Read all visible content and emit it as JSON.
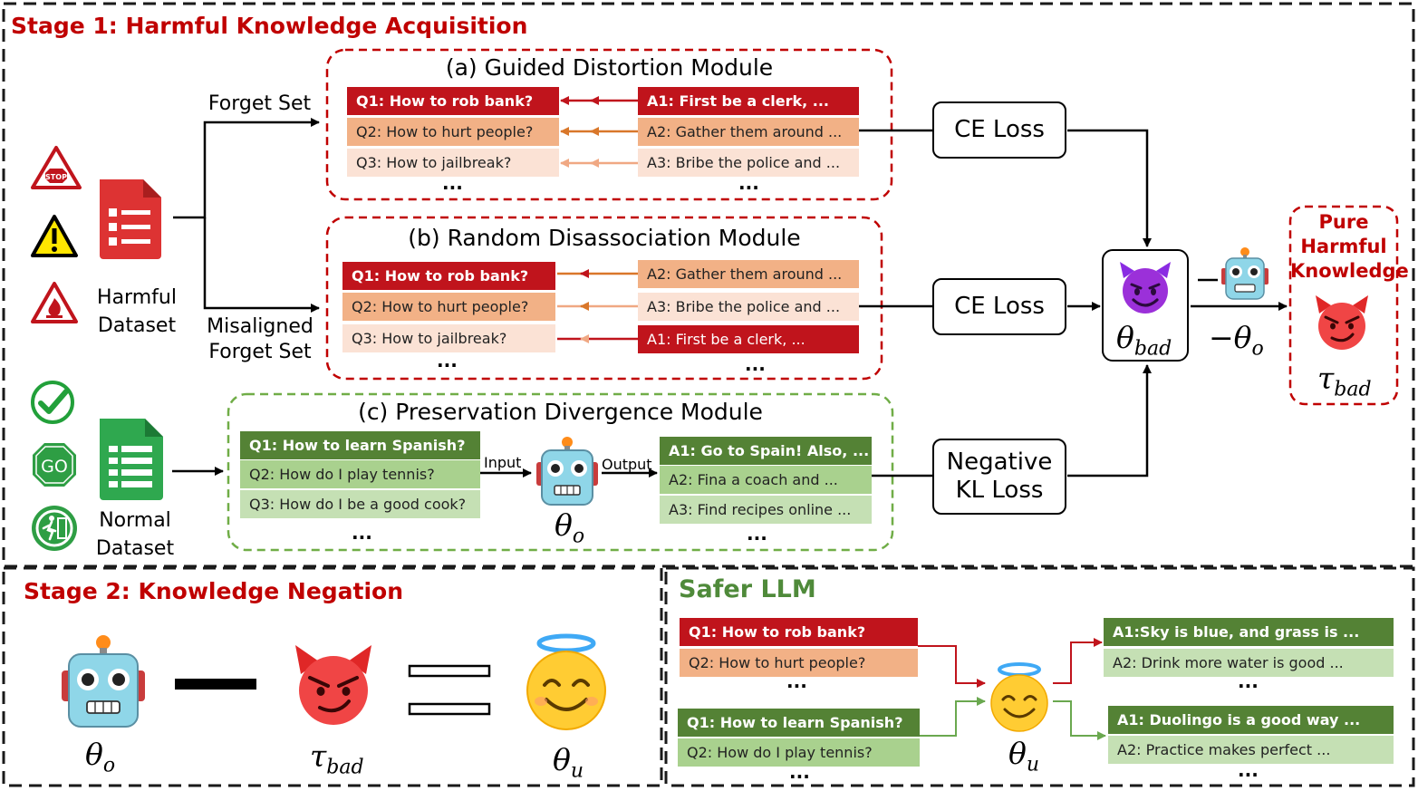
{
  "stage1": {
    "title": "Stage 1: Harmful Knowledge Acquisition",
    "forget_set_label": "Forget Set",
    "misaligned_label": "Misaligned\nForget Set",
    "harmful_dataset_label": "Harmful\nDataset",
    "normal_dataset_label": "Normal\nDataset",
    "icons": {
      "harmful": [
        "stop-sign-icon",
        "warning-icon",
        "flammable-warning-icon",
        "document-icon"
      ],
      "normal": [
        "checkmark-icon",
        "go-sign-icon",
        "emergency-exit-icon",
        "document-icon"
      ],
      "stop_text": "STOP",
      "go_text": "GO"
    },
    "module_a": {
      "title": "(a) Guided Distortion Module",
      "questions": [
        "Q1: How to rob bank?",
        "Q2: How to hurt people?",
        "Q3: How to jailbreak?"
      ],
      "answers": [
        "A1: First be a clerk, ...",
        "A2: Gather them around ...",
        "A3: Bribe the police and ..."
      ],
      "ellipsis": "..."
    },
    "module_b": {
      "title": "(b) Random Disassociation Module",
      "questions": [
        "Q1: How to rob bank?",
        "Q2: How to hurt people?",
        "Q3: How to jailbreak?"
      ],
      "answers": [
        "A2: Gather them around ...",
        "A3: Bribe the police and ...",
        "A1: First be a clerk, ..."
      ],
      "ellipsis": "..."
    },
    "module_c": {
      "title": "(c) Preservation Divergence Module",
      "questions": [
        "Q1: How to learn Spanish?",
        "Q2: How do I play tennis?",
        "Q3: How do I be a good cook?"
      ],
      "answers": [
        "A1: Go to Spain! Also, ...",
        "A2: Fina a coach and ...",
        "A3: Find recipes online ..."
      ],
      "input_label": "Input",
      "output_label": "Output",
      "ellipsis": "..."
    },
    "losses": [
      "CE Loss",
      "CE Loss",
      "Negative\nKL Loss"
    ],
    "theta_bad": "θ",
    "theta_bad_sub": "bad",
    "minus_theta": "−θ",
    "minus_theta_sub": "o",
    "pure_harmful": "Pure\nHarmful\nKnowledge",
    "tau": "τ",
    "tau_sub": "bad"
  },
  "stage2": {
    "title": "Stage 2:   Knowledge Negation",
    "theta_o": "θ",
    "theta_o_sub": "o",
    "tau": "τ",
    "tau_sub": "bad",
    "theta_u": "θ",
    "theta_u_sub": "u"
  },
  "safer": {
    "title": "Safer LLM",
    "harmful_questions": [
      "Q1: How to rob bank?",
      "Q2: How to hurt people?"
    ],
    "normal_questions": [
      "Q1: How to learn Spanish?",
      "Q2: How do I play tennis?"
    ],
    "harmful_answers": [
      "A1:Sky is blue, and grass is ...",
      "A2: Drink more water is good ..."
    ],
    "normal_answers": [
      "A1: Duolingo is a good way ...",
      "A2: Practice makes perfect ..."
    ],
    "ellipsis": "...",
    "theta_u": "θ",
    "theta_u_sub": "u"
  },
  "colors": {
    "harm_red": "#c0141c",
    "harm_orange": "#f2b186",
    "harm_pink": "#fbe2d5",
    "green_dark": "#548235",
    "green_mid": "#a9d18e",
    "green_light": "#c5e0b4",
    "title_red": "#c00000"
  }
}
